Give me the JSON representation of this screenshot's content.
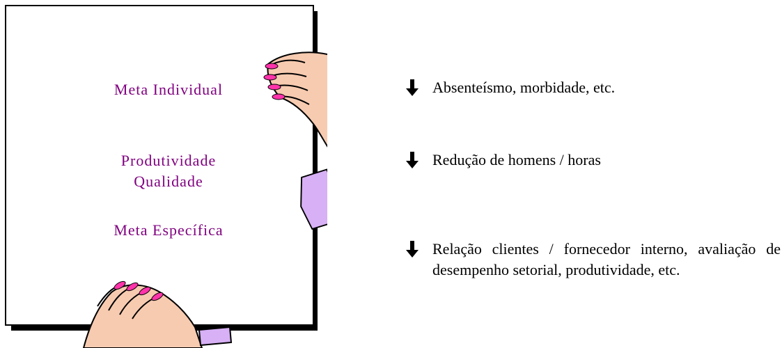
{
  "board": {
    "lines": [
      "Meta Individual",
      "Produtividade",
      "Qualidade",
      "Meta Específica"
    ],
    "text_color": "#800080"
  },
  "items": [
    {
      "icon": "down-arrow",
      "text": "Absenteísmo, morbidade, etc."
    },
    {
      "icon": "down-arrow",
      "text": "Redução de homens / horas"
    },
    {
      "icon": "down-arrow",
      "text": "Relação clientes / fornecedor interno, avaliação de desempenho setorial, produtividade, etc."
    }
  ],
  "colors": {
    "skin": "#f7cbb0",
    "nails": "#ff33aa",
    "cuff": "#d7b0f5"
  }
}
